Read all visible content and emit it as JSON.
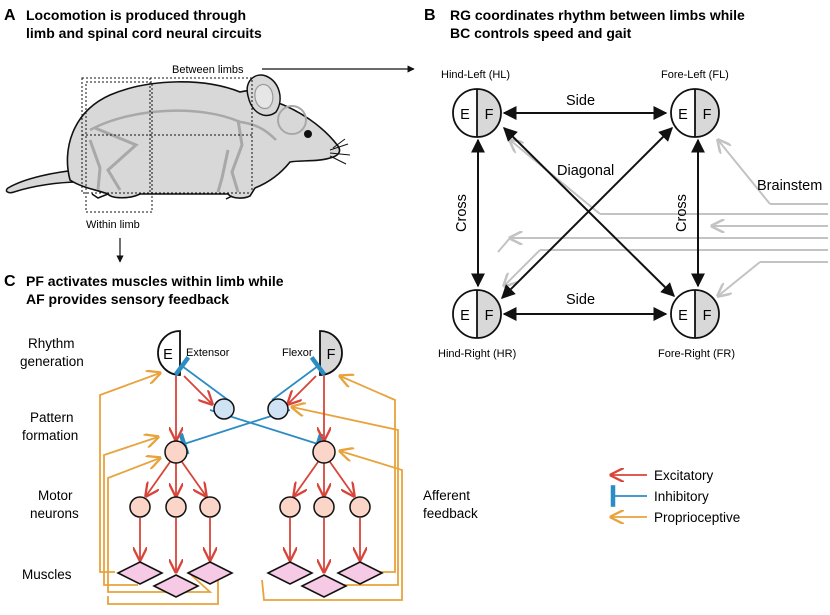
{
  "panel_a": {
    "letter": "A",
    "title_line1": "Locomotion is produced through",
    "title_line2": "limb and spinal cord neural circuits",
    "between_limbs": "Between limbs",
    "within_limb": "Within limb"
  },
  "panel_b": {
    "letter": "B",
    "title_line1": "RG coordinates rhythm between limbs while",
    "title_line2": "BC controls speed and gait",
    "hind_left": "Hind-Left (HL)",
    "fore_left": "Fore-Left (FL)",
    "hind_right": "Hind-Right (HR)",
    "fore_right": "Fore-Right (FR)",
    "e": "E",
    "f": "F",
    "side": "Side",
    "cross": "Cross",
    "diagonal": "Diagonal",
    "brainstem": "Brainstem"
  },
  "panel_c": {
    "letter": "C",
    "title_line1": "PF activates muscles within limb while",
    "title_line2": "AF provides sensory feedback",
    "rhythm_1": "Rhythm",
    "rhythm_2": "generation",
    "pattern_1": "Pattern",
    "pattern_2": "formation",
    "motor_1": "Motor",
    "motor_2": "neurons",
    "muscles": "Muscles",
    "afferent_1": "Afferent",
    "afferent_2": "feedback",
    "extensor": "Extensor",
    "flexor": "Flexor",
    "e": "E",
    "f": "F"
  },
  "legend": {
    "excitatory": "Excitatory",
    "inhibitory": "Inhibitory",
    "proprioceptive": "Proprioceptive"
  },
  "colors": {
    "excitatory": "#d9443a",
    "inhibitory": "#2b8cc4",
    "proprioceptive": "#e8a33c",
    "neuron_fill": "#fbd5c8",
    "interneuron_fill": "#cfe3f4",
    "muscle_fill": "#f6c9e4",
    "brainstem_gray": "#c3c3c3",
    "mouse_fill": "#d8d8d8"
  }
}
